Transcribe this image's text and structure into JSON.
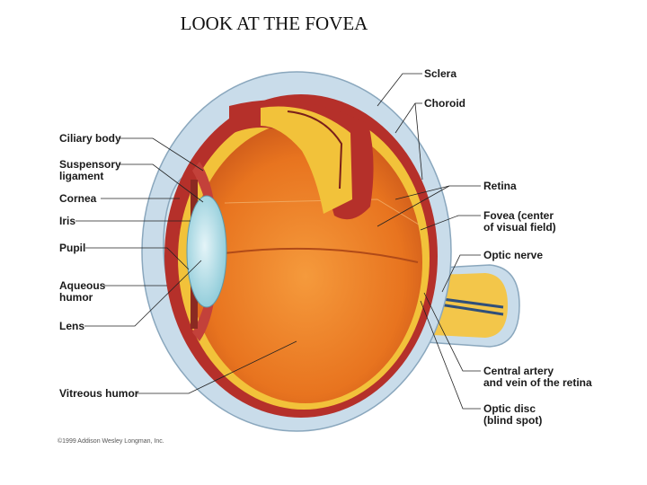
{
  "title": "LOOK AT THE FOVEA",
  "labels": {
    "sclera": "Sclera",
    "choroid": "Choroid",
    "ciliary_body": "Ciliary body",
    "suspensory_ligament_1": "Suspensory",
    "suspensory_ligament_2": "ligament",
    "cornea": "Cornea",
    "iris": "Iris",
    "pupil": "Pupil",
    "aqueous_humor_1": "Aqueous",
    "aqueous_humor_2": "humor",
    "lens": "Lens",
    "vitreous_humor": "Vitreous humor",
    "retina": "Retina",
    "fovea_1": "Fovea (center",
    "fovea_2": "of visual field)",
    "optic_nerve": "Optic nerve",
    "central_artery_1": "Central artery",
    "central_artery_2": "and vein of the retina",
    "optic_disc_1": "Optic disc",
    "optic_disc_2": "(blind spot)"
  },
  "copyright": "©1999 Addison Wesley Longman, Inc.",
  "colors": {
    "sclera": "#c9dcea",
    "choroid": "#b5302a",
    "retina": "#f2c23a",
    "vitreous": "#e8741f",
    "lens": "#b6e0ea",
    "iris": "#c3413a"
  }
}
